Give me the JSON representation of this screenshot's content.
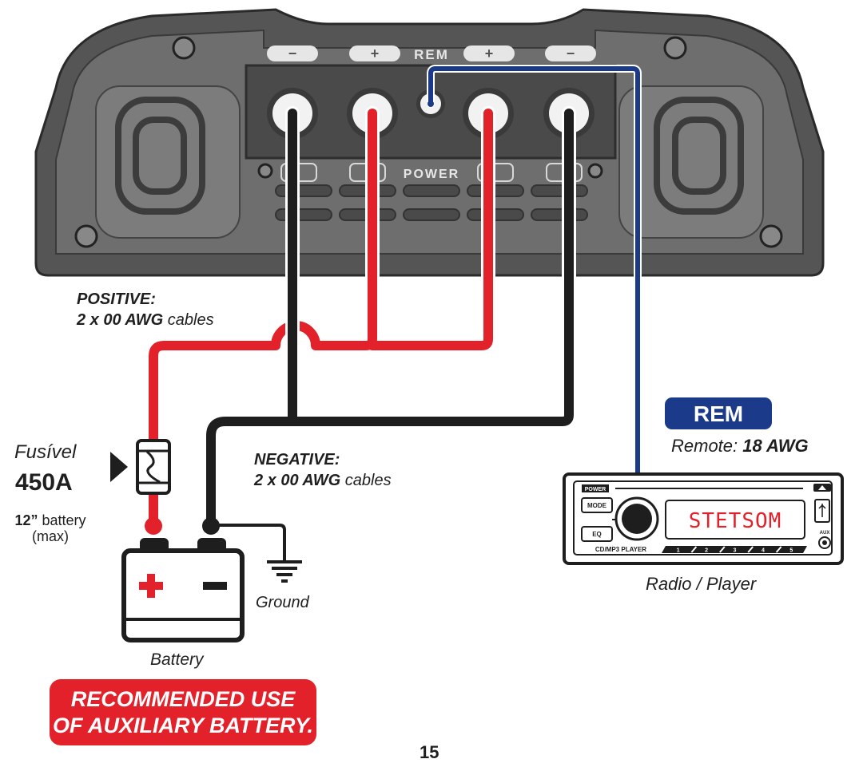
{
  "amplifier": {
    "rem_label": "REM",
    "power_label": "POWER",
    "sign_minus": "−",
    "sign_plus": "+"
  },
  "labels": {
    "positive_title": "POSITIVE:",
    "positive_size": "2 x 00 AWG",
    "positive_suffix": " cables",
    "negative_title": "NEGATIVE:",
    "negative_size": "2 x 00 AWG",
    "negative_suffix": " cables",
    "fuse_word": "Fusível",
    "fuse_rating": "450A",
    "fuse_note_size": "12”",
    "fuse_note_rest": " battery",
    "fuse_note_max": "(max)",
    "ground": "Ground",
    "battery": "Battery",
    "rem_badge": "REM",
    "remote_prefix": "Remote: ",
    "remote_size": "18 AWG",
    "radio": "Radio / Player",
    "recommended_line1": "RECOMMENDED USE",
    "recommended_line2": "OF AUXILIARY BATTERY.",
    "page_number": "15"
  },
  "radio": {
    "power_btn": "POWER",
    "mode_btn": "MODE",
    "eq_btn": "EQ",
    "display_text": "STETSOM",
    "model": "CD/MP3 PLAYER",
    "presets": [
      "1",
      "2",
      "3",
      "4",
      "5"
    ],
    "aux": "AUX"
  },
  "colors": {
    "positive_wire": "#e3212b",
    "negative_wire": "#1e1e1e",
    "remote_wire": "#1c3a8a",
    "amp_body": "#5a5a5a",
    "badge_red": "#e3212b",
    "badge_blue": "#1c3a8a",
    "display_text": "#e3212b"
  },
  "icons": [
    "fuse-icon",
    "arrow-right-icon",
    "ground-icon",
    "battery-icon",
    "usb-icon",
    "eject-icon",
    "screw-icon"
  ]
}
